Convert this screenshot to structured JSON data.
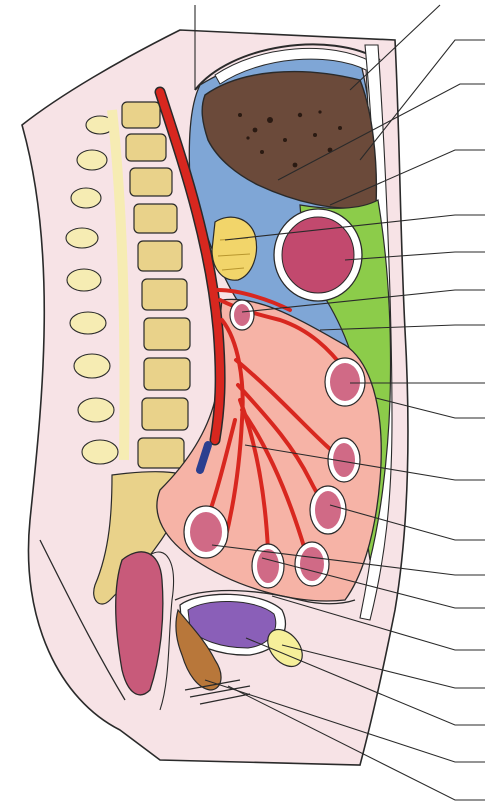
{
  "figure": {
    "kind": "anatomical-illustration",
    "subject_icon": "sagittal-section-abdomen-pelvis",
    "labels_printed": false
  },
  "colors": {
    "background": "#ffffff",
    "skin": "#f7e3e6",
    "outline": "#2a2a2a",
    "vertebra": "#e9d28a",
    "disc": "#f4f0d8",
    "spinal_canal": "#f6ecb3",
    "aorta": "#d8271f",
    "peritoneal_space": "#7fa6d6",
    "liver": "#6b4a3a",
    "stomach": "#c2496e",
    "omentum": "#8ccc4a",
    "mesentery": "#f6b3a6",
    "intestine_loop": "#d06a86",
    "pancreas": "#f2d56a",
    "bladder": "#8a5fb8",
    "rectum": "#b8773a",
    "uterus": "#c85a7a",
    "pubis": "#f6ef9a"
  },
  "leader_lines": [
    {
      "name": "leader-line-1"
    },
    {
      "name": "leader-line-2"
    },
    {
      "name": "leader-line-3"
    },
    {
      "name": "leader-line-4"
    },
    {
      "name": "leader-line-5"
    },
    {
      "name": "leader-line-6"
    },
    {
      "name": "leader-line-7"
    },
    {
      "name": "leader-line-8"
    },
    {
      "name": "leader-line-9"
    },
    {
      "name": "leader-line-10"
    },
    {
      "name": "leader-line-11"
    },
    {
      "name": "leader-line-12"
    },
    {
      "name": "leader-line-13"
    },
    {
      "name": "leader-line-14"
    },
    {
      "name": "leader-line-15"
    },
    {
      "name": "leader-line-16"
    },
    {
      "name": "leader-line-17"
    },
    {
      "name": "leader-line-18"
    },
    {
      "name": "leader-line-19"
    },
    {
      "name": "leader-line-20"
    }
  ]
}
